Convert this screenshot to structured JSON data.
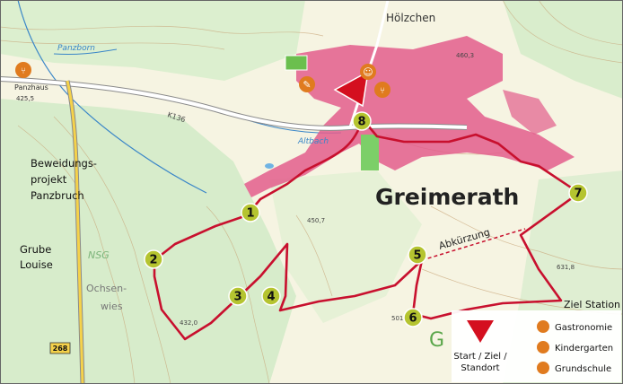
{
  "map": {
    "town_name": "Greimerath",
    "hamlet_name": "Hölzchen",
    "stream_label": "Panzborn",
    "parking_label": "Panzhaus",
    "parking_elev": "425,5",
    "road_label": "K136",
    "brook_label": "Altbach",
    "project_label_1": "Beweidungs-",
    "project_label_2": "projekt",
    "project_label_3": "Panzbruch",
    "mine_label_1": "Grube",
    "mine_label_2": "Louise",
    "nsg_label": "NSG",
    "ox_label_1": "Ochsen-",
    "ox_label_2": "wies",
    "road_number": "268",
    "elev_1": "450,7",
    "elev_2": "432,0",
    "elev_3": "460,3",
    "elev_4": "631,8",
    "elev_5": "501",
    "shortcut_label": "Abkürzung",
    "station_label": "Ziel Station",
    "g_label": "G"
  },
  "stations": [
    {
      "number": "1"
    },
    {
      "number": "2"
    },
    {
      "number": "3"
    },
    {
      "number": "4"
    },
    {
      "number": "5"
    },
    {
      "number": "6"
    },
    {
      "number": "7"
    },
    {
      "number": "8"
    }
  ],
  "legend": {
    "start_line1": "Start / Ziel /",
    "start_line2": "Standort",
    "gastro": "Gastronomie",
    "kindergarten": "Kindergarten",
    "school": "Grundschule"
  },
  "colors": {
    "route": "#c8102e",
    "station": "#b5c430",
    "poi": "#e07b1f",
    "settlement": "#e35d8c",
    "forest": "#d7eccb",
    "meadow": "#f6f3dc"
  }
}
